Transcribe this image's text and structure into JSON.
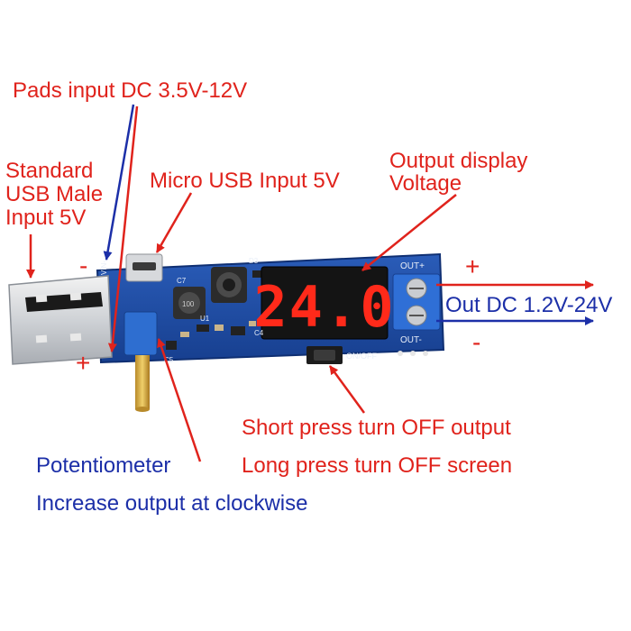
{
  "labels": {
    "pads_input": "Pads input DC 3.5V-12V",
    "usb_male_line1": "Standard",
    "usb_male_line2": "USB Male",
    "usb_male_line3": "Input 5V",
    "micro_usb": "Micro USB Input 5V",
    "output_display_line1": "Output display",
    "output_display_line2": "Voltage",
    "out_dc": "Out DC 1.2V-24V",
    "short_press": "Short press turn OFF output",
    "long_press": "Long press turn OFF screen",
    "potentiometer": "Potentiometer",
    "increase_output": "Increase output at clockwise",
    "minus_left": "-",
    "plus_left": "+",
    "plus_right": "+",
    "minus_right": "-"
  },
  "board": {
    "display_value": "24.0",
    "silk_vin": "VIN-",
    "silk_out_plus": "OUT+",
    "silk_out_minus": "OUT-",
    "silk_onoff": "ON/OFF",
    "silk_d3": "D3",
    "silk_c5": "C5",
    "silk_c4": "C4",
    "silk_c7": "C7",
    "silk_u1": "U1",
    "silk_inductor": "100"
  },
  "colors": {
    "red": "#e0231c",
    "blue": "#1c2fa8",
    "pcb": "#1f4ea8",
    "display_segment": "#ff2a1a"
  }
}
